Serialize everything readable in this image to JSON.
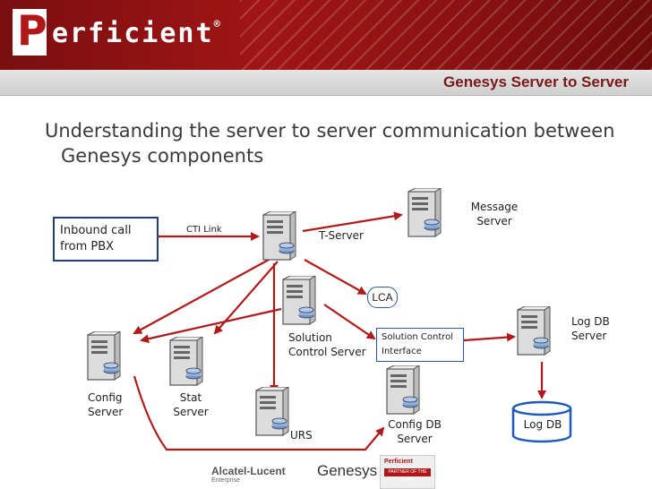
{
  "brand": {
    "logo_letter": "P",
    "logo_word": "erficient",
    "trademark": "®"
  },
  "slide": {
    "title": "Genesys Server to Server",
    "bullet": "Understanding the server to server communication between Genesys components"
  },
  "diagram": {
    "inbound": "Inbound call from PBX",
    "cti_link": "CTI Link",
    "tserver": "T-Server",
    "message_server": "Message Server",
    "lca": "LCA",
    "solution_control_server": "Solution Control Server",
    "solution_control_interface": "Solution Control Interface",
    "log_db_server": "Log DB Server",
    "log_db": "Log DB",
    "config_server": "Config Server",
    "stat_server": "Stat Server",
    "urs": "URS",
    "config_db_server": "Config DB Server"
  },
  "colors": {
    "arrow": "#b01a1a",
    "box_border": "#1f3f7a",
    "header": "#9b1515",
    "title": "#7a1717"
  },
  "footer": {
    "alcatel": "Alcatel-Lucent",
    "alcatel_sub": "Enterprise",
    "genesys": "Genesys",
    "award_brand": "Perficient",
    "award_ribbon": "PARTNER OF THE YEAR"
  }
}
